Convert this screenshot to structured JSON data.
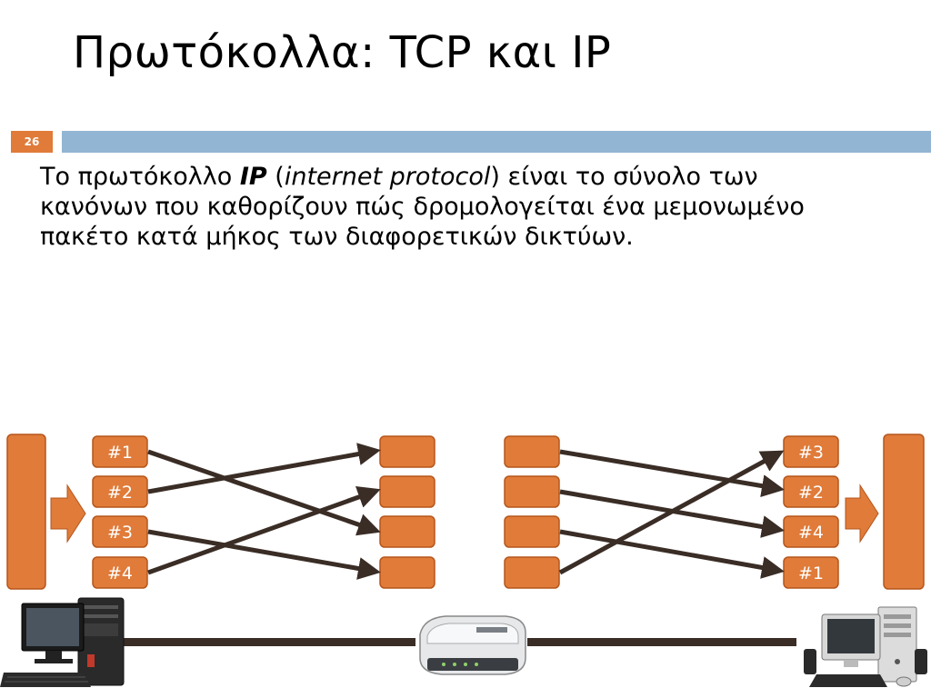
{
  "slide": {
    "title": "Πρωτόκολλα: TCP και IP",
    "number": "26"
  },
  "body": {
    "prefix": "Το πρωτόκολλο ",
    "bold_term": "IP",
    "paren_open": " (",
    "italic_term": "internet protocol",
    "suffix": ") είναι το σύνολο των κανόνων που καθορίζουν πώς δρομολογείται ένα μεμονωμένο πακέτο κατά μήκος των διαφορετικών δικτύων."
  },
  "diagram": {
    "colors": {
      "box_fill": "#e07b39",
      "box_stroke": "#b5561c",
      "arrow": "#3a2d26",
      "label_text": "#ffffff",
      "line": "#3a2d26"
    },
    "left_packets": [
      "#1",
      "#2",
      "#3",
      "#4"
    ],
    "right_packets": [
      "#3",
      "#2",
      "#4",
      "#1"
    ],
    "left_crossings": [
      {
        "from": "#1",
        "to_slot": 3
      },
      {
        "from": "#2",
        "to_slot": 1
      },
      {
        "from": "#3",
        "to_slot": 4
      },
      {
        "from": "#4",
        "to_slot": 2
      }
    ],
    "right_crossings": [
      {
        "from_slot": 1,
        "to": "#2"
      },
      {
        "from_slot": 2,
        "to": "#4"
      },
      {
        "from_slot": 3,
        "to": "#1"
      },
      {
        "from_slot": 4,
        "to": "#3"
      }
    ],
    "icons": [
      "sender-computer-icon",
      "router-icon",
      "receiver-computer-icon"
    ]
  }
}
